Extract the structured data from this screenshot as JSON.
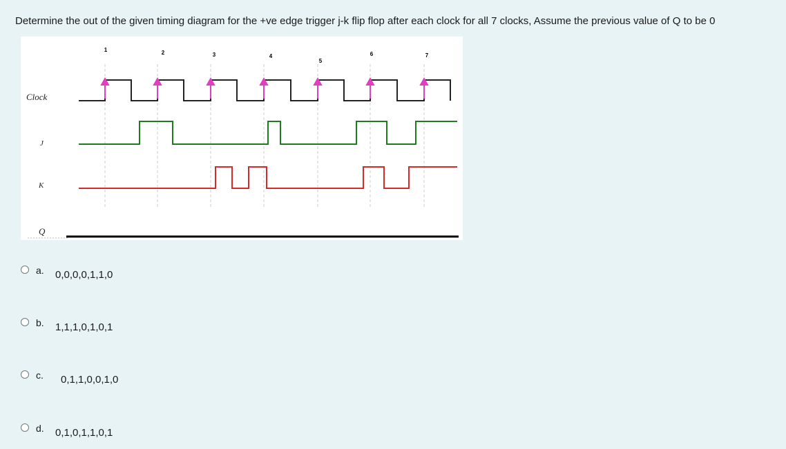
{
  "question": {
    "text": "Determine the out of the given timing diagram for the +ve edge trigger j-k flip flop after each clock for all 7 clocks,  Assume the previous value of Q to be 0"
  },
  "diagram": {
    "clock_numbers": [
      "1",
      "2",
      "3",
      "4",
      "5",
      "6",
      "7"
    ],
    "signal_labels": {
      "clock": "Clock",
      "j": "J",
      "k": "K",
      "q": "Q"
    },
    "colors": {
      "clock": "#222222",
      "j": "#1e7a1e",
      "k": "#d42a2a",
      "q": "#000000",
      "edge_arrow": "#e040c0",
      "gridline": "#cccccc"
    }
  },
  "options": [
    {
      "letter": "a.",
      "value": "0,0,0,0,1,1,0"
    },
    {
      "letter": "b.",
      "value": "1,1,1,0,1,0,1"
    },
    {
      "letter": "c.",
      "value": "0,1,1,0,0,1,0"
    },
    {
      "letter": "d.",
      "value": "0,1,0,1,1,0,1"
    }
  ]
}
